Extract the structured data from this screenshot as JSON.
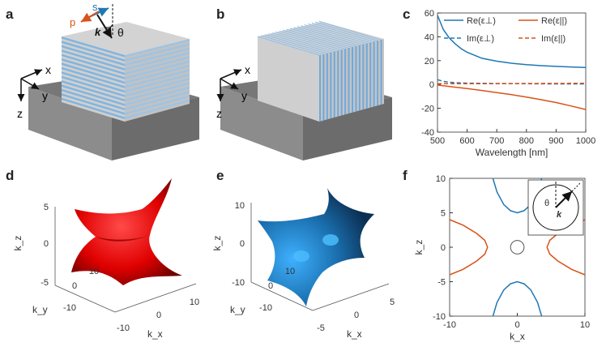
{
  "panels": [
    "a",
    "b",
    "c",
    "d",
    "e",
    "f"
  ],
  "panel_a": {
    "labels": {
      "s": "s",
      "p": "p",
      "k": "k",
      "theta": "θ",
      "x": "x",
      "y": "y",
      "z": "z"
    }
  },
  "panel_b": {
    "labels": {
      "x": "x",
      "y": "y",
      "z": "z"
    }
  },
  "colors": {
    "blue": "#1f77b4",
    "orange": "#d95319",
    "red": "#e00000",
    "surf_blue": "#1a6fae",
    "cube_face": "#dcdcdc",
    "substrate": "#8a8a8a"
  },
  "chart_data": [
    {
      "panel": "c",
      "type": "line",
      "xlabel": "Wavelength [nm]",
      "ylabel": "",
      "xlim": [
        500,
        1000
      ],
      "ylim": [
        -40,
        60
      ],
      "xticks": [
        500,
        600,
        700,
        800,
        900,
        1000
      ],
      "yticks": [
        -40,
        -20,
        0,
        20,
        40,
        60
      ],
      "legend": [
        "Re(ε⊥)",
        "Re(ε||)",
        "Im(ε⊥)",
        "Im(ε||)"
      ],
      "series": [
        {
          "name": "Re(ε⊥)",
          "style": "solid",
          "color": "#1f77b4",
          "x": [
            500,
            520,
            540,
            560,
            580,
            600,
            650,
            700,
            750,
            800,
            850,
            900,
            950,
            1000
          ],
          "y": [
            58,
            46,
            39,
            34,
            30,
            27,
            22,
            19.5,
            17.8,
            16.6,
            15.8,
            15.2,
            14.7,
            14.3
          ]
        },
        {
          "name": "Re(ε||)",
          "style": "solid",
          "color": "#d95319",
          "x": [
            500,
            550,
            600,
            650,
            700,
            750,
            800,
            850,
            900,
            950,
            1000
          ],
          "y": [
            -0.5,
            -2,
            -3.5,
            -5,
            -6.8,
            -8.6,
            -10.6,
            -12.8,
            -15.2,
            -18,
            -21
          ]
        },
        {
          "name": "Im(ε⊥)",
          "style": "dashed",
          "color": "#1f77b4",
          "x": [
            500,
            520,
            540,
            560,
            600,
            700,
            800,
            900,
            1000
          ],
          "y": [
            4,
            2.6,
            1.9,
            1.5,
            1.1,
            0.8,
            0.6,
            0.5,
            0.5
          ]
        },
        {
          "name": "Im(ε||)",
          "style": "dashed",
          "color": "#d95319",
          "x": [
            500,
            600,
            700,
            800,
            900,
            1000
          ],
          "y": [
            0.6,
            0.6,
            0.7,
            0.8,
            0.9,
            1.0
          ]
        }
      ]
    },
    {
      "panel": "d",
      "type": "surface",
      "zlabel": "k_z",
      "ylabel": "k_y",
      "xlabel": "k_x",
      "zticks": [
        -5,
        0,
        5
      ],
      "yticks": [
        -10,
        0,
        10
      ],
      "xticks": [
        -10,
        0,
        10
      ]
    },
    {
      "panel": "e",
      "type": "surface",
      "zlabel": "k_z",
      "ylabel": "k_y",
      "xlabel": "k_x",
      "zticks": [
        -10,
        0,
        10
      ],
      "yticks": [
        -10,
        0,
        10
      ],
      "xticks": [
        -5,
        0,
        5
      ]
    },
    {
      "panel": "f",
      "type": "line",
      "xlabel": "k_x",
      "ylabel": "k_z",
      "xlim": [
        -10,
        10
      ],
      "ylim": [
        -10,
        10
      ],
      "xticks": [
        -10,
        0,
        10
      ],
      "yticks": [
        -10,
        -5,
        0,
        5,
        10
      ],
      "inset_labels": {
        "theta": "θ",
        "k": "k"
      },
      "series": [
        {
          "name": "",
          "color": "#1f77b4",
          "branch": "top",
          "x": [
            -3.6,
            -3,
            -2,
            -1,
            0,
            1,
            2,
            3,
            3.6
          ],
          "y": [
            10,
            8,
            6.2,
            5.3,
            5,
            5.3,
            6.2,
            8,
            10
          ]
        },
        {
          "name": "",
          "color": "#1f77b4",
          "branch": "bottom",
          "x": [
            -3.6,
            -3,
            -2,
            -1,
            0,
            1,
            2,
            3,
            3.6
          ],
          "y": [
            -10,
            -8,
            -6.2,
            -5.3,
            -5,
            -5.3,
            -6.2,
            -8,
            -10
          ]
        },
        {
          "name": "",
          "color": "#d95319",
          "branch": "left",
          "x": [
            -10,
            -8,
            -6,
            -4.8,
            -4.4,
            -4.8,
            -6,
            -8,
            -10
          ],
          "y": [
            4,
            3.2,
            2,
            1,
            0,
            -1,
            -2,
            -3.2,
            -4
          ]
        },
        {
          "name": "",
          "color": "#d95319",
          "branch": "right",
          "x": [
            10,
            8,
            6,
            4.8,
            4.4,
            4.8,
            6,
            8,
            10
          ],
          "y": [
            4,
            3.2,
            2,
            1,
            0,
            -1,
            -2,
            -3.2,
            -4
          ]
        }
      ],
      "circle_radius": 1
    }
  ]
}
